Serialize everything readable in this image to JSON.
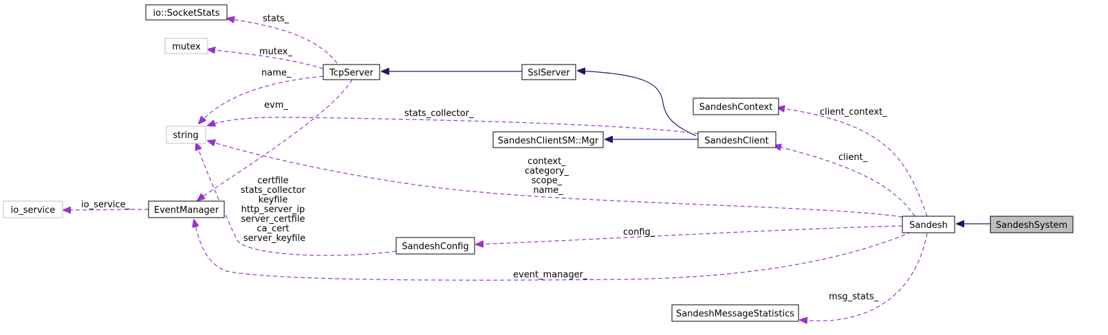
{
  "nodes": {
    "socket_stats": "io::SocketStats",
    "mutex": "mutex",
    "tcp_server": "TcpServer",
    "ssl_server": "SslServer",
    "string": "string",
    "sandesh_context": "SandeshContext",
    "sandesh_client_sm_mgr": "SandeshClientSM::Mgr",
    "sandesh_client": "SandeshClient",
    "io_service": "io_service",
    "event_manager": "EventManager",
    "sandesh_config": "SandeshConfig",
    "sandesh": "Sandesh",
    "sandesh_system": "SandeshSystem",
    "sandesh_message_statistics": "SandeshMessageStatistics"
  },
  "edge_labels": {
    "stats": "stats_",
    "mutex": "mutex_",
    "name": "name_",
    "evm": "evm_",
    "stats_collector": "stats_collector_",
    "client_context": "client_context_",
    "client": "client_",
    "sandesh_string_lines": [
      "context_",
      "category_",
      "scope_",
      "name_"
    ],
    "io_service": "io_service_",
    "config_string_lines": [
      "certfile",
      "stats_collector",
      "keyfile",
      "http_server_ip",
      "server_certfile",
      "ca_cert",
      "server_keyfile"
    ],
    "config": "config_",
    "event_manager": "event_manager_",
    "msg_stats": "msg_stats_"
  },
  "colors": {
    "inheritance": "#191970",
    "usage": "#9a32cd",
    "node_border": "#000000",
    "external_node_border": "#bfbfbf",
    "focus_fill": "#bfbfbf"
  }
}
